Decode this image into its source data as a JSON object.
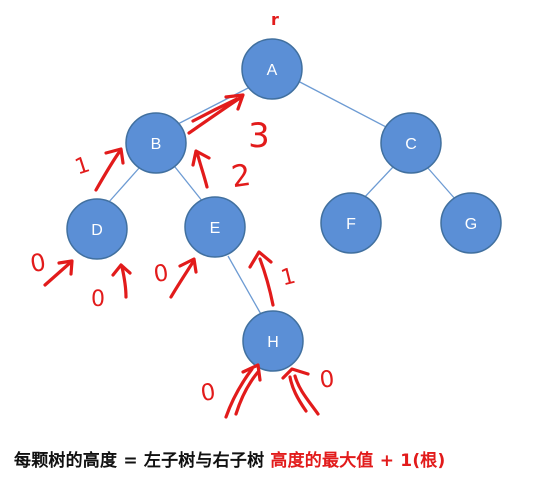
{
  "root_marker": "r",
  "nodes": {
    "A": "A",
    "B": "B",
    "C": "C",
    "D": "D",
    "E": "E",
    "F": "F",
    "G": "G",
    "H": "H"
  },
  "annotations": {
    "h_left": "0",
    "h_right": "0",
    "d_left": "0",
    "d_right": "0",
    "e_left": "0",
    "d_to_b": "1",
    "h_to_e": "1",
    "e_to_b": "2",
    "b_to_a": "3"
  },
  "caption": {
    "part1": "每颗树的高度 = 左子树与右子树 ",
    "part2": "高度的最大值 + 1(根)"
  },
  "colors": {
    "node_fill": "#5b8fd6",
    "edge": "#6d9bd3",
    "annotation": "#e21b1b"
  }
}
